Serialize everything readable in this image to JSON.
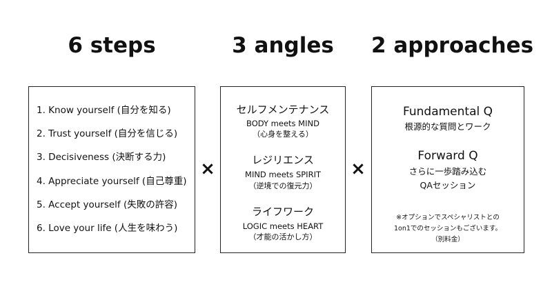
{
  "headings": {
    "steps": "6 steps",
    "angles": "3 angles",
    "approaches": "2 approaches"
  },
  "steps": [
    "1. Know yourself (自分を知る)",
    "2. Trust yourself (自分を信じる)",
    "3. Decisiveness (決断する力)",
    "4. Appreciate yourself (自己尊重)",
    "5. Accept yourself (失敗の許容)",
    "6. Love your life (人生を味わう)"
  ],
  "angles": [
    {
      "title": "セルフメンテナンス",
      "subtitle": "BODY meets MIND",
      "note": "（心身を整える）"
    },
    {
      "title": "レジリエンス",
      "subtitle": "MIND meets SPIRIT",
      "note": "（逆境での復元力）"
    },
    {
      "title": "ライフワーク",
      "subtitle": "LOGIC meets HEART",
      "note": "（才能の活かし方）"
    }
  ],
  "approaches": [
    {
      "title": "Fundamental Q",
      "desc": [
        "根源的な質問とワーク"
      ]
    },
    {
      "title": "Forward Q",
      "desc": [
        "さらに一歩踏み込む",
        "QAセッション"
      ]
    }
  ],
  "approach_note": [
    "※オプションでスペシャリストとの",
    "1on1でのセッションもございます。",
    "（別料金）"
  ],
  "multiply_symbol": "×"
}
